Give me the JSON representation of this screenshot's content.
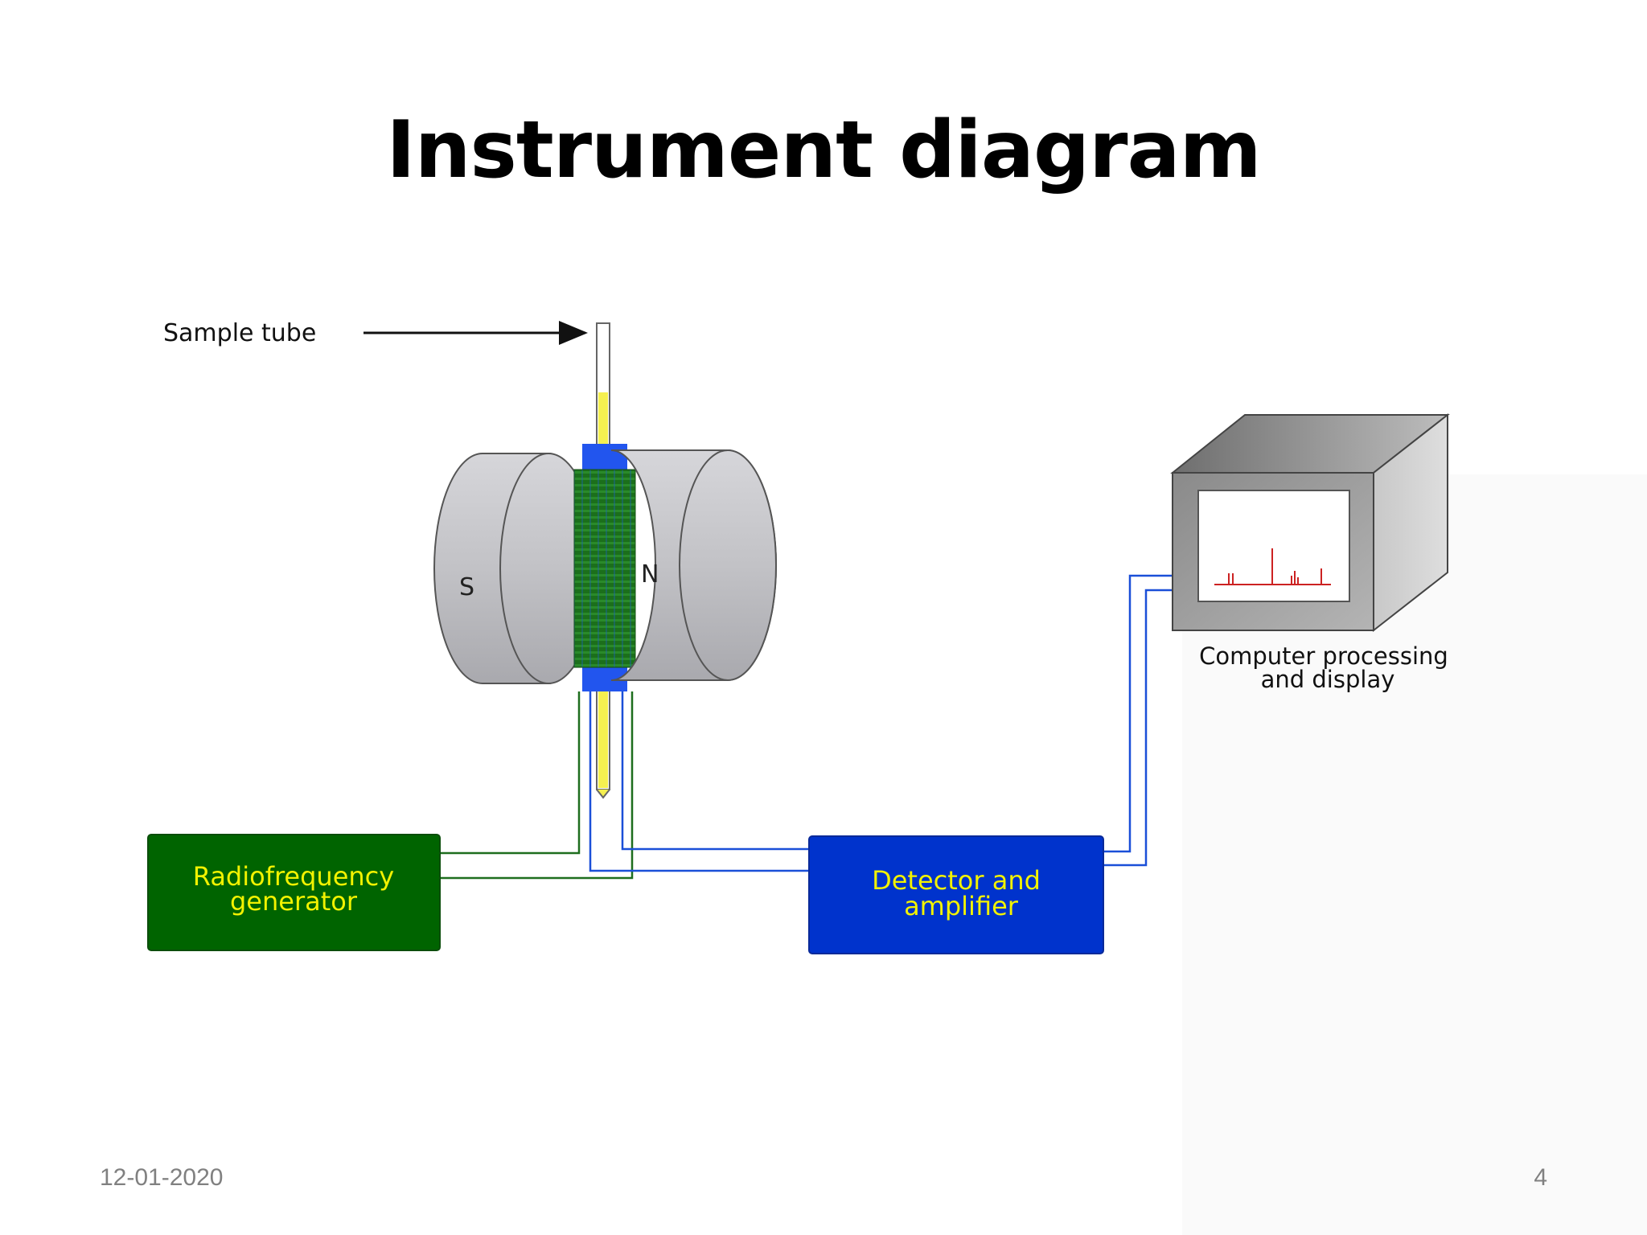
{
  "slide": {
    "title": "Instrument diagram",
    "date": "12-01-2020",
    "page_number": "4"
  },
  "diagram": {
    "sample_tube_label": "Sample tube",
    "magnet_south_label": "S",
    "magnet_north_label": "N",
    "rf_generator_line1": "Radiofrequency",
    "rf_generator_line2": "generator",
    "detector_line1": "Detector and",
    "detector_line2": "amplifier",
    "computer_line1": "Computer processing",
    "computer_line2": "and display",
    "colors": {
      "rf_box": "#006400",
      "rf_text": "#f2f200",
      "detector_box": "#0033cc",
      "detector_text": "#f2f200",
      "coil_green": "#1e7a1e",
      "coil_blue": "#2255ee",
      "sample_yellow": "#f5f050",
      "magnet_gray": "#c4c4c8",
      "spectrum_red": "#cc2222"
    }
  }
}
